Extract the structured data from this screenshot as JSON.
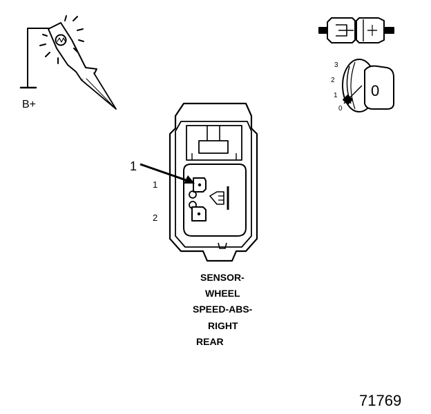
{
  "probe": {
    "label": "B+",
    "icon": "test-light-probe-icon"
  },
  "connector_icon": "connector-disconnected-icon",
  "ignition": {
    "icon": "ignition-switch-icon",
    "key_label": "0",
    "positions": [
      "3",
      "2",
      "1",
      "0"
    ]
  },
  "connector_face": {
    "icon": "two-pin-connector-face-icon",
    "callout": "1",
    "pin_labels": [
      "1",
      "2"
    ]
  },
  "caption_lines": [
    "SENSOR-",
    "WHEEL",
    "SPEED-ABS-",
    "RIGHT",
    "REAR"
  ],
  "figure_number": "71769",
  "colors": {
    "line": "#000000",
    "background": "#ffffff",
    "fill_gray": "#d8d8d8"
  }
}
